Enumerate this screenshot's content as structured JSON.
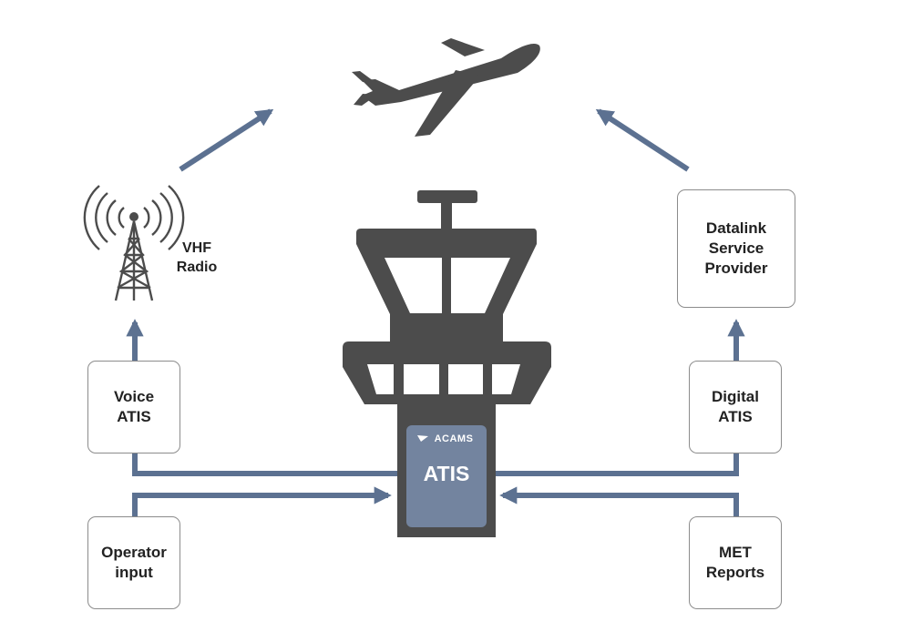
{
  "vhf_radio": {
    "label": "VHF\nRadio",
    "icon": "radio-tower-icon"
  },
  "aircraft": {
    "icon": "airplane-icon"
  },
  "tower": {
    "icon": "control-tower-icon"
  },
  "atis_unit": {
    "brand": "ACAMS",
    "title": "ATIS"
  },
  "boxes": {
    "voice_atis": "Voice\nATIS",
    "operator_input": "Operator\ninput",
    "datalink_provider": "Datalink\nService\nProvider",
    "digital_atis": "Digital\nATIS",
    "met_reports": "MET\nReports"
  },
  "colors": {
    "arrow": "#5c7191",
    "icon": "#4c4c4c",
    "atis_panel": "#73849f",
    "box_border": "#8c8c8c"
  }
}
